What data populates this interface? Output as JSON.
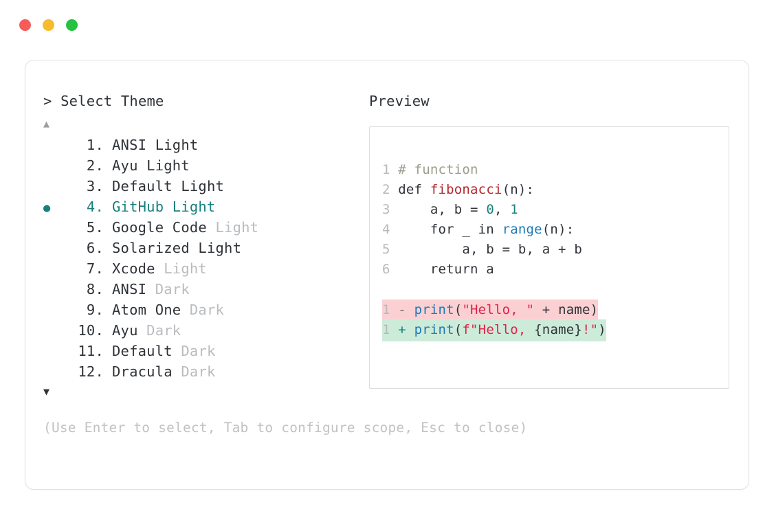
{
  "window": {
    "traffic_lights": [
      {
        "name": "close",
        "color": "#f65c58"
      },
      {
        "name": "minimize",
        "color": "#f7bb2e"
      },
      {
        "name": "maximize",
        "color": "#27c23f"
      }
    ]
  },
  "prompt": {
    "heading": "> Select Theme",
    "scroll_up_icon": "▲",
    "scroll_down_icon": "▼",
    "bullet_icon": "●",
    "hint": "(Use Enter to select, Tab to configure scope, Esc to close)"
  },
  "themes": [
    {
      "bullet": "",
      "number": "1.",
      "name": "ANSI Light",
      "suffix": "",
      "selected": false
    },
    {
      "bullet": "",
      "number": "2.",
      "name": "Ayu Light",
      "suffix": "",
      "selected": false
    },
    {
      "bullet": "",
      "number": "3.",
      "name": "Default Light",
      "suffix": "",
      "selected": false
    },
    {
      "bullet": "●",
      "number": "4.",
      "name": "GitHub Light",
      "suffix": "",
      "selected": true
    },
    {
      "bullet": "",
      "number": "5.",
      "name": "Google Code",
      "suffix": " Light",
      "selected": false
    },
    {
      "bullet": "",
      "number": "6.",
      "name": "Solarized Light",
      "suffix": "",
      "selected": false
    },
    {
      "bullet": "",
      "number": "7.",
      "name": "Xcode",
      "suffix": " Light",
      "selected": false
    },
    {
      "bullet": "",
      "number": "8.",
      "name": "ANSI",
      "suffix": " Dark",
      "selected": false
    },
    {
      "bullet": "",
      "number": "9.",
      "name": "Atom One",
      "suffix": " Dark",
      "selected": false
    },
    {
      "bullet": "",
      "number": "10.",
      "name": "Ayu",
      "suffix": " Dark",
      "selected": false
    },
    {
      "bullet": "",
      "number": "11.",
      "name": "Default",
      "suffix": " Dark",
      "selected": false
    },
    {
      "bullet": "",
      "number": "12.",
      "name": "Dracula",
      "suffix": " Dark",
      "selected": false
    }
  ],
  "preview": {
    "heading": "Preview",
    "code": {
      "line1": {
        "num": "1",
        "comment": "# function"
      },
      "line2": {
        "num": "2",
        "kw": "def ",
        "fn": "fibonacci",
        "rest": "(n):"
      },
      "line3": {
        "num": "3",
        "a": "    a, b = ",
        "n0": "0",
        "sep": ", ",
        "n1": "1"
      },
      "line4": {
        "num": "4",
        "a": "    for _ in ",
        "fn": "range",
        "rest": "(n):"
      },
      "line5": {
        "num": "5",
        "text": "        a, b = b, a + b"
      },
      "line6": {
        "num": "6",
        "text": "    return a"
      }
    },
    "diff": {
      "removed": {
        "num": "1",
        "marker": "-",
        "fn": "print",
        "open": "(",
        "str": "\"Hello, \"",
        "mid": " + name",
        "close": ")"
      },
      "added": {
        "num": "1",
        "marker": "+",
        "fn": "print",
        "open": "(",
        "str": "f\"Hello, ",
        "var": "{name}",
        "str2": "!\"",
        "close": ")"
      }
    }
  },
  "colors": {
    "accent_teal": "#17807d",
    "text": "#2f3338",
    "muted": "#b9bcbf",
    "comment": "#9b9d8b",
    "fn_red": "#b3282d",
    "builtin_blue": "#1e7ab5",
    "string_red": "#e0234a",
    "diff_del_bg": "#fbd0d3",
    "diff_add_bg": "#ccecd9"
  }
}
